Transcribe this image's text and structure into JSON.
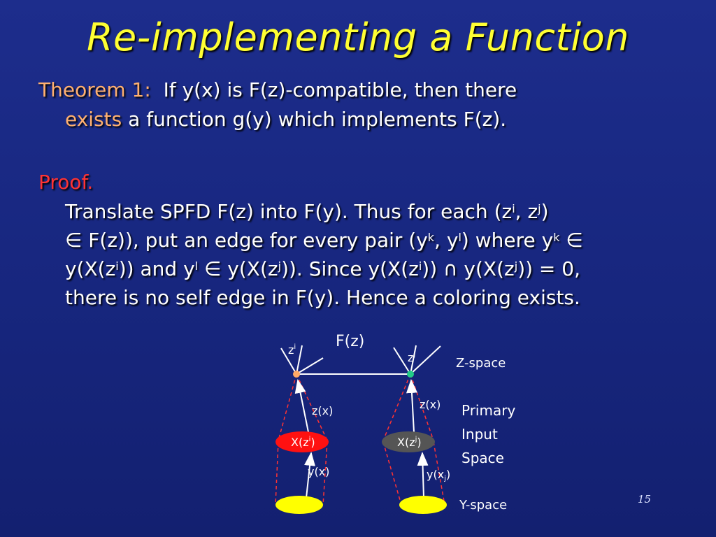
{
  "slide": {
    "title": "Re-implementing a Function",
    "theorem": {
      "label": "Theorem 1:",
      "line1": "If y(x) is F(z)-compatible, then there",
      "exists_word": "exists",
      "line2_rest": " a function g(y) which implements F(z)."
    },
    "proof": {
      "label": "Proof.",
      "line1_a": "Translate SPFD F(z) into F(y).  Thus for each (z",
      "line1_b": ", z",
      "line1_c": ")",
      "line2_a": "∈ F(z)), put an edge for every pair (y",
      "line2_b": ", y",
      "line2_c": ") where y",
      "line2_d": " ∈",
      "line3_a": "y(X(z",
      "line3_b": ")) and y",
      "line3_c": " ∈ y(X(z",
      "line3_d": ")). Since y(X(z",
      "line3_e": ")) ∩ y(X(z",
      "line3_f": ")) = 0,",
      "line4": "there is no self edge in F(y). Hence a coloring exists.",
      "sup_i": "i",
      "sup_j": "j",
      "sup_k": "k",
      "sup_l": "l"
    },
    "diagram": {
      "fz_label": "F(z)",
      "zi_label": "z",
      "zj_label": "z",
      "sup_i": "i",
      "sup_j": "j",
      "zspace_label": "Z-space",
      "zx_left": "z(x)",
      "zx_right": "z(x)",
      "primary_1": "Primary",
      "primary_2": "Input",
      "primary_3": "Space",
      "xzi_label": "X(z",
      "xzj_label": "X(z",
      "close_paren": ")",
      "yx_left": "y(x)",
      "yx_right": "y(x",
      "yx_right_close": ")",
      "yspace_label": "Y-space",
      "colors": {
        "zi_dot": "#ffaa66",
        "zj_dot": "#22cc88",
        "xzi_fill": "#ff1111",
        "xzj_fill": "#555555",
        "y_fill": "#ffff00",
        "dashed": "#ff3333"
      }
    },
    "page_number": "15"
  }
}
